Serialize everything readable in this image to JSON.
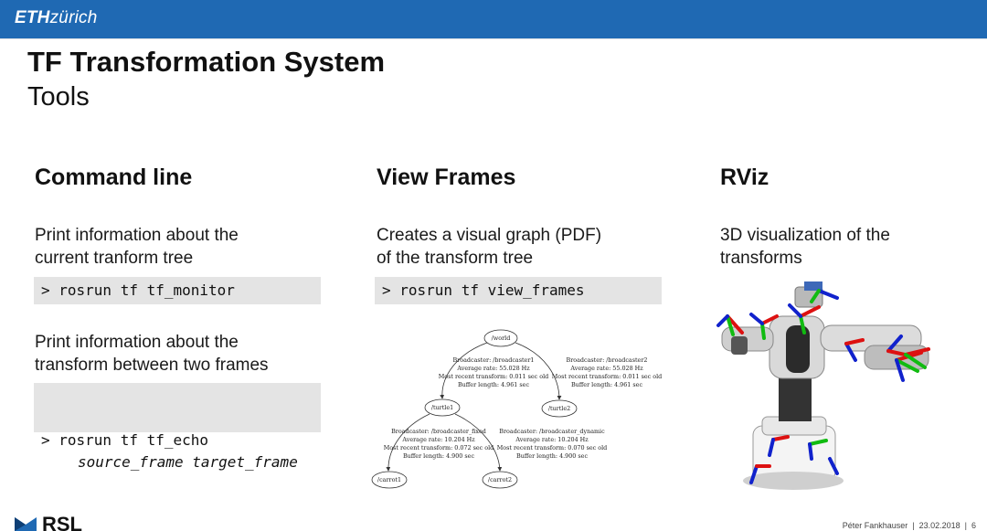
{
  "header": {
    "logo_bold": "ETH",
    "logo_rest": "zürich"
  },
  "slide": {
    "title": "TF Transformation System",
    "subtitle": "Tools"
  },
  "columns": [
    {
      "heading": "Command line",
      "desc1": [
        "Print information about the",
        "current tranform tree"
      ],
      "code1": "> rosrun tf tf_monitor",
      "desc2": [
        "Print information about the",
        "transform between two frames"
      ],
      "code2_line1": "> rosrun tf tf_echo",
      "code2_line2": "source_frame target_frame"
    },
    {
      "heading": "View Frames",
      "desc1": [
        "Creates a visual graph (PDF)",
        "of the transform tree"
      ],
      "code1": "> rosrun tf view_frames"
    },
    {
      "heading": "RViz",
      "desc1": [
        "3D visualization of the",
        "transforms"
      ]
    }
  ],
  "graph": {
    "nodes": {
      "world": "/world",
      "turtle1": "/turtle1",
      "turtle2": "/turtle2",
      "carrot1": "/carrot1",
      "carrot2": "/carrot2"
    },
    "edge_broadcaster1": [
      "Broadcaster: /broadcaster1",
      "Average rate: 55.028 Hz",
      "Most recent transform: 0.011 sec old",
      "Buffer length: 4.961 sec"
    ],
    "edge_broadcaster2": [
      "Broadcaster: /broadcaster2",
      "Average rate: 55.028 Hz",
      "Most recent transform: 0.011 sec old",
      "Buffer length: 4.961 sec"
    ],
    "edge_fixed": [
      "Broadcaster: /broadcaster_fixed",
      "Average rate: 10.204 Hz",
      "Most recent transform: 0.072 sec old",
      "Buffer length: 4.900 sec"
    ],
    "edge_dynamic": [
      "Broadcaster: /broadcaster_dynamic",
      "Average rate: 10.204 Hz",
      "Most recent transform: 0.070 sec old",
      "Buffer length: 4.900 sec"
    ]
  },
  "footer": {
    "logo_text": "RSL",
    "text": "Péter Fankhauser  |  23.02.2018  |  6"
  },
  "colors": {
    "eth_blue": "#1f69b3",
    "code_bg": "#e4e4e4"
  }
}
